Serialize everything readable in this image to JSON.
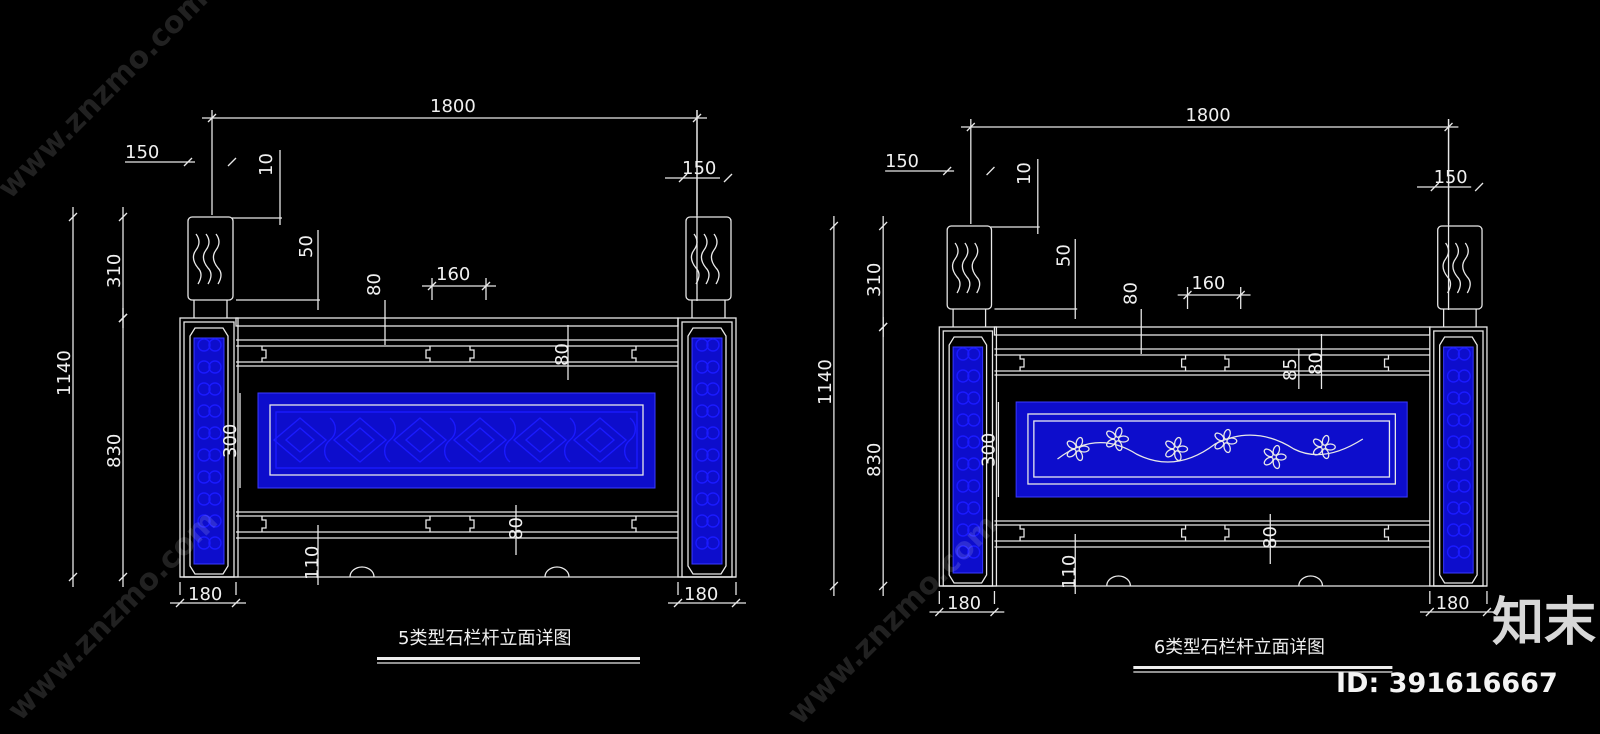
{
  "drawings": [
    {
      "title": "5类型石栏杆立面详图",
      "panel_ornament": "interlaced-diamonds",
      "dims": {
        "overall_width": "1800",
        "cap_width_left": "150",
        "cap_gap": "10",
        "cap_width_right": "150",
        "cap_height": "310",
        "cap_offset": "50",
        "top_rail": "80",
        "baluster_width": "160",
        "upper_band": "80",
        "total_height": "1140",
        "body_height": "830",
        "panel_height": "300",
        "lower_band": "80",
        "base_gap": "110",
        "post_width_left": "180",
        "post_width_right": "180"
      }
    },
    {
      "title": "6类型石栏杆立面详图",
      "panel_ornament": "floral-branch",
      "dims": {
        "overall_width": "1800",
        "cap_width_left": "150",
        "cap_gap": "10",
        "cap_width_right": "150",
        "cap_height": "310",
        "cap_offset": "50",
        "top_rail": "80",
        "baluster_width": "160",
        "upper_band": "80",
        "upper_band_extra": "85",
        "total_height": "1140",
        "body_height": "830",
        "panel_height": "300",
        "lower_band": "80",
        "base_gap": "110",
        "post_width_left": "180",
        "post_width_right": "180"
      }
    }
  ],
  "watermark": {
    "text": "www.znzmo.com",
    "logo": "知末",
    "id": "ID: 391616667"
  },
  "colors": {
    "background": "#000000",
    "line": "#e8e8e8",
    "ornament": "#1a1aff"
  }
}
